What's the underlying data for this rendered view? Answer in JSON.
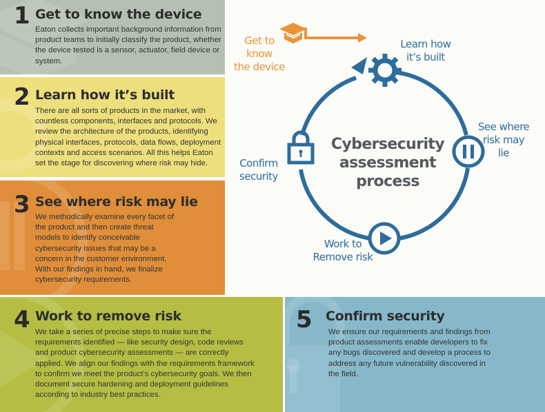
{
  "steps": [
    {
      "number": "1",
      "title": "Get to know the device",
      "body": "Eaton collects important background information from product teams to initially classify the product, whether the device tested is a sensor, actuator, field device or system.",
      "color": "#b4c1b2"
    },
    {
      "number": "2",
      "title": "Learn how it’s built",
      "body": "There are all sorts of products in the market, with countless components, interfaces and protocols. We review the architecture of the products, identifying physical interfaces, protocols, data flows, deployment contexts and access scenarios. All this helps Eaton set the stage for discovering where risk may hide.",
      "color": "#eedf7d"
    },
    {
      "number": "3",
      "title": "See where risk may lie",
      "body": "We methodically examine every facet of the product and then create threat models to identify conceivable cybersecurity issues that may be a concern in the customer environment. With our findings in hand, we finalize cybersecurity requirements.",
      "color": "#e08e3a"
    },
    {
      "number": "4",
      "title": "Work to remove risk",
      "body": "We take a series of precise steps to make sure the requirements identified — like security design, code reviews and product cybersecurity assessments — are correctly applied. We align our findings with the requirements framework to confirm we meet the product’s cybersecurity goals. We then document secure hardening and deployment guidelines according to industry best practices.",
      "color": "#b5be42"
    },
    {
      "number": "5",
      "title": "Confirm security",
      "body": "We ensure our requirements and findings from product assessments enable developers to fix any bugs discovered and develop a process to address any future vulnerability discovered in the field.",
      "color": "#86b8ca"
    }
  ],
  "diagram": {
    "center_title": [
      "Cybersecurity",
      "assessment",
      "process"
    ],
    "nodes": {
      "start": {
        "label": [
          "Get to",
          "know",
          "the device"
        ],
        "icon": "graduation-cap-icon",
        "color": "#e8953a"
      },
      "learn": {
        "label": [
          "Learn how",
          "it’s built"
        ],
        "icon": "gear-icon"
      },
      "see": {
        "label": [
          "See where",
          "risk may",
          "lie"
        ],
        "icon": "pause-icon"
      },
      "work": {
        "label": [
          "Work to",
          "Remove risk"
        ],
        "icon": "play-icon"
      },
      "confirm": {
        "label": [
          "Confirm",
          "security"
        ],
        "icon": "padlock-icon"
      }
    },
    "accent_color": "#2d6c9c"
  }
}
